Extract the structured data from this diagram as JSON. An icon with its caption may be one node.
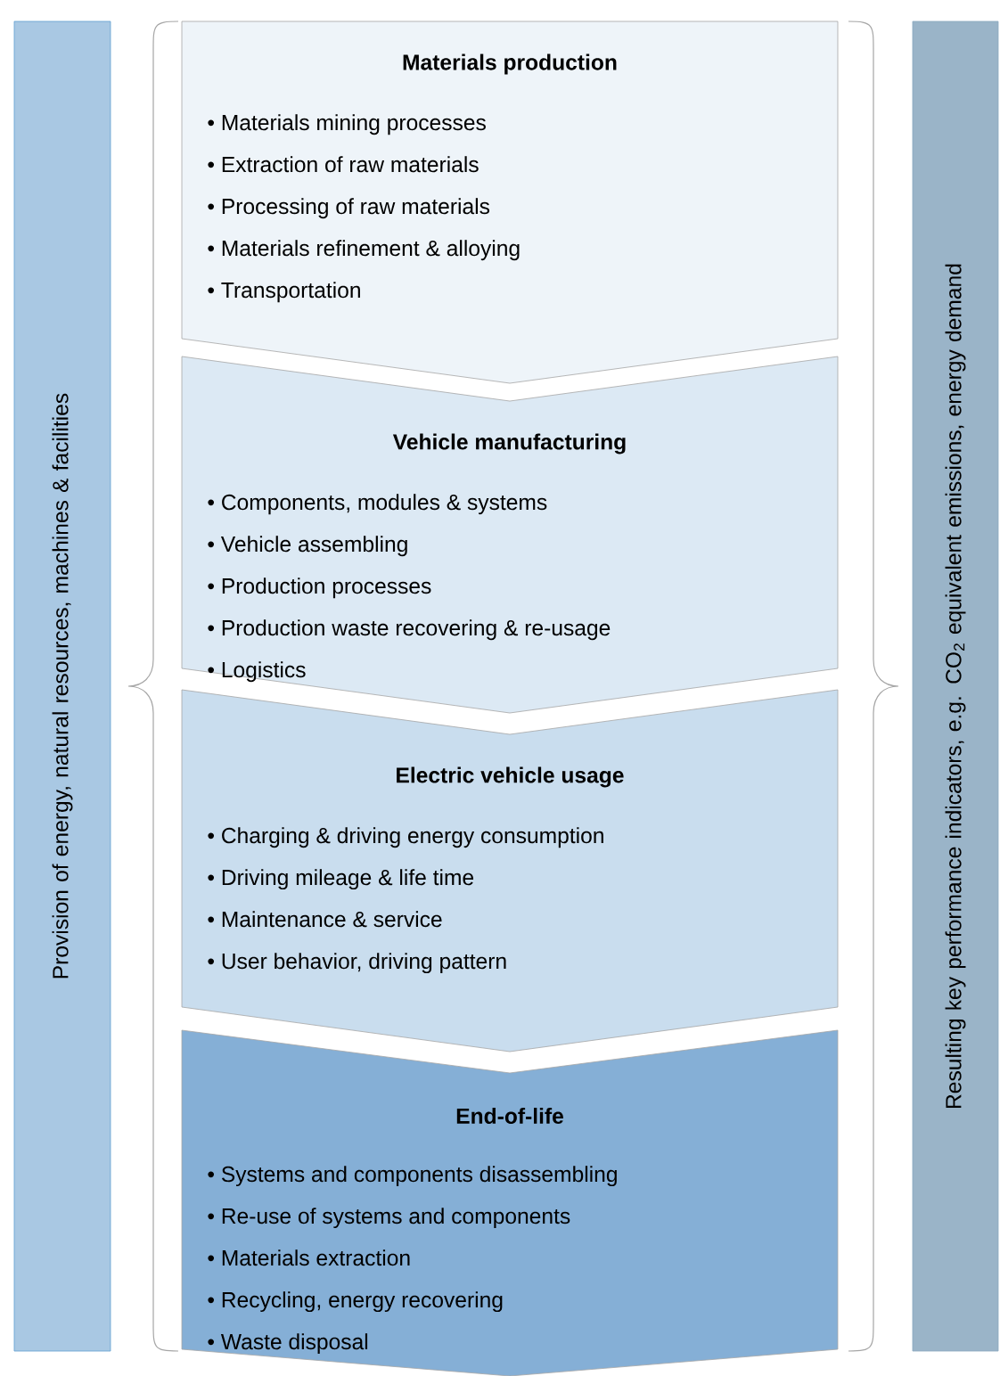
{
  "diagram": {
    "nodes": [
      {
        "text": [
          "Provision of energy, natural resources, machines & facilities"
        ]
      },
      {
        "text": [
          "Materials production",
          "• Materials mining processes",
          "• Extraction of raw materials",
          "• Processing of raw materials",
          "• Materials refinement & alloying",
          "• Transportation"
        ]
      },
      {
        "text": [
          "Vehicle manufacturing",
          "• Components, modules & systems",
          "• Vehicle assembling",
          "• Production processes",
          "• Production waste recovering & re-usage",
          "• Logistics"
        ]
      },
      {
        "text": [
          "Electric vehicle usage",
          "• Charging & driving energy consumption",
          "• Driving mileage & life time",
          "• Maintenance & service",
          "• User behavior, driving pattern"
        ]
      },
      {
        "text": [
          "End-of-life",
          "• Systems and components disassembling",
          "• Re-use of systems and components",
          "• Materials extraction",
          "• Recycling, energy recovering",
          "• Waste disposal"
        ]
      },
      {
        "text": [
          "Resulting key performance indicators, e.g. CO$_{2}$ equivalent emissions, energy demand"
        ]
      }
    ]
  }
}
